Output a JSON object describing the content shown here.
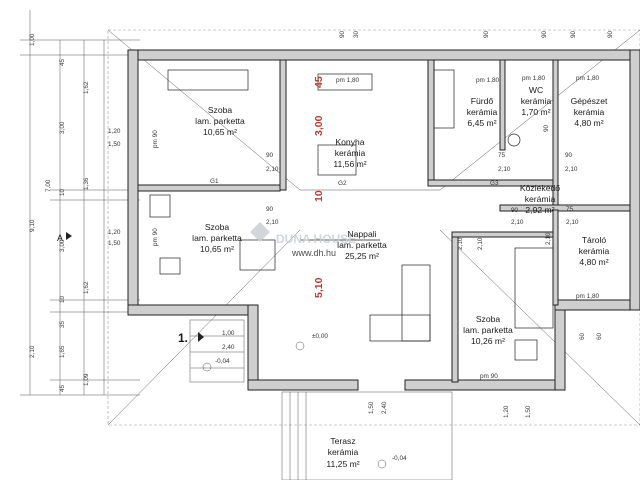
{
  "rooms": [
    {
      "name": "Szoba",
      "floor": "lam. parketta",
      "area": "10,65 m²"
    },
    {
      "name": "Konyha",
      "floor": "kerámia",
      "area": "11,56 m²"
    },
    {
      "name": "Fürdő",
      "floor": "kerámia",
      "area": "6,45 m²"
    },
    {
      "name": "WC",
      "floor": "kerámia",
      "area": "1,70 m²"
    },
    {
      "name": "Gépészet",
      "floor": "kerámia",
      "area": "4,80 m²"
    },
    {
      "name": "Szoba",
      "floor": "lam. parketta",
      "area": "10,65 m²"
    },
    {
      "name": "Nappali",
      "floor": "lam. parketta",
      "area": "25,25 m²"
    },
    {
      "name": "Közlekedő",
      "floor": "kerámia",
      "area": "2,92 m²"
    },
    {
      "name": "Tároló",
      "floor": "kerámia",
      "area": "4,80 m²"
    },
    {
      "name": "Szoba",
      "floor": "lam. parketta",
      "area": "10,26 m²"
    },
    {
      "name": "Terasz",
      "floor": "kerámia",
      "area": "11,25 m²"
    }
  ],
  "red_dims": [
    "45",
    "3,00",
    "10",
    "5,10"
  ],
  "top_dims": [
    "90",
    "30",
    "90",
    "90",
    "90",
    "90"
  ],
  "pm_labels": [
    "pm 1,80",
    "pm 1,80",
    "pm 1,80",
    "pm 1,80",
    "pm 1,80",
    "pm 90",
    "pm 90",
    "pm 90",
    "pm 1,80"
  ],
  "door_dims": [
    "90",
    "2,10",
    "90",
    "2,10",
    "75",
    "2,10",
    "90",
    "2,10",
    "90",
    "2,10",
    "75",
    "2,10",
    "90",
    "2,10",
    "2,10",
    "2,10"
  ],
  "beam_labels": [
    "G1",
    "G2",
    "G3"
  ],
  "left_dims_outer": [
    "1,00",
    "45",
    "1,62",
    "3,00",
    "7,00",
    "9,10",
    "1,36",
    "10",
    "3,00",
    "10",
    "1,62",
    "35",
    "1,65",
    "2,10",
    "1,09",
    "45"
  ],
  "left_dims_inner": [
    "1,20",
    "1,50",
    "1,20",
    "1,50"
  ],
  "entrance": {
    "marker": "1.",
    "d1": "1,00",
    "d2": "2,40",
    "level": "-0,04"
  },
  "levels": {
    "zero": "±0,00",
    "terrace": "-0,04"
  },
  "terrace_door": [
    "1,50",
    "2,40"
  ],
  "right_dims": [
    "60",
    "60",
    "90",
    "90"
  ],
  "bottom_dims": [
    "1,20",
    "1,50"
  ],
  "section_mark": "A",
  "watermark": {
    "brand": "DUNA HOUSE",
    "url": "www.dh.hu"
  }
}
